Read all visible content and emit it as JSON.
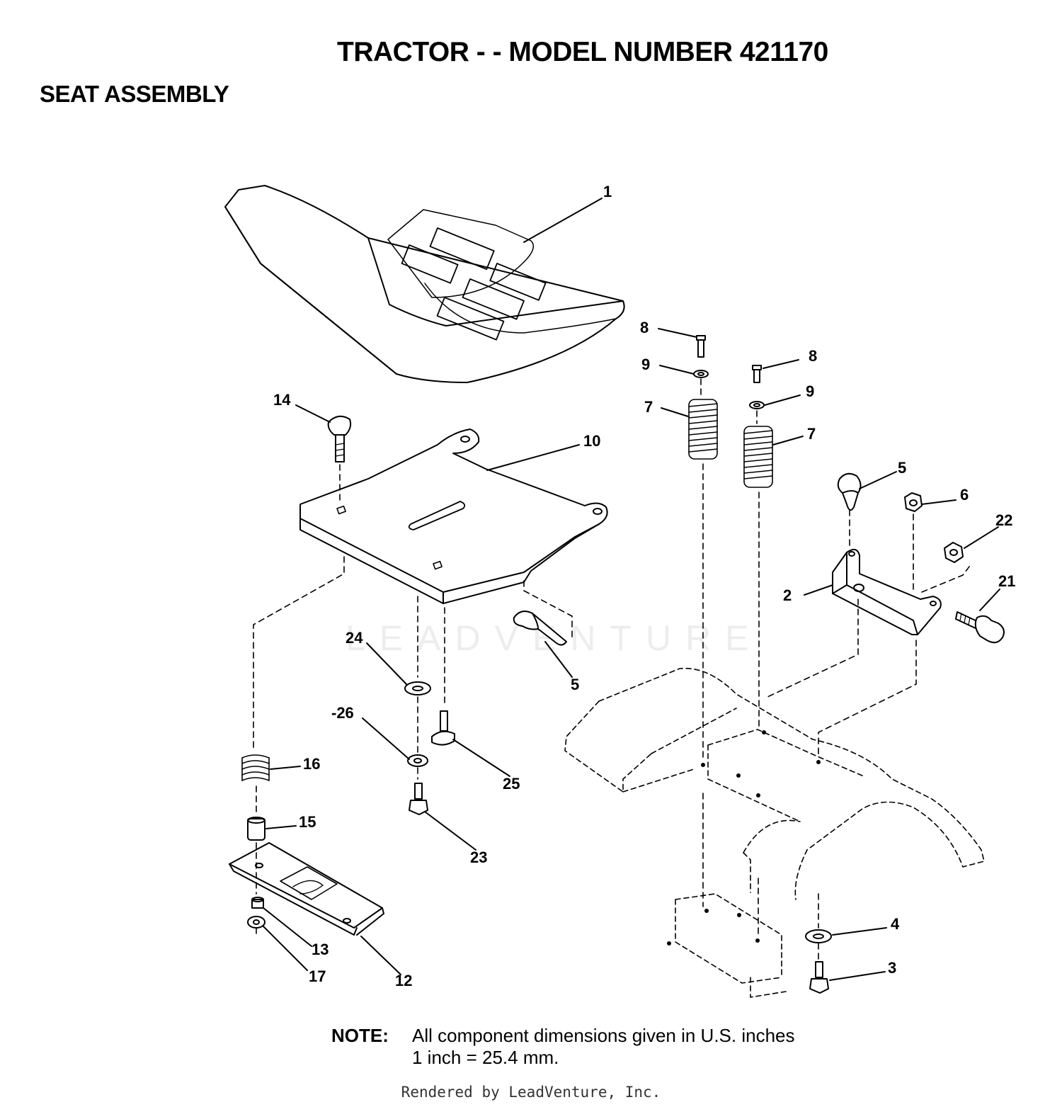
{
  "header": {
    "title": "TRACTOR - - MODEL NUMBER 421170",
    "subtitle": "SEAT ASSEMBLY"
  },
  "watermark": "LEADVENTURE",
  "callouts": [
    "1",
    "2",
    "3",
    "4",
    "5",
    "5",
    "6",
    "7",
    "7",
    "8",
    "8",
    "9",
    "9",
    "10",
    "12",
    "13",
    "14",
    "15",
    "16",
    "17",
    "21",
    "22",
    "23",
    "24",
    "25",
    "-26"
  ],
  "parts": [
    "seat",
    "seat-pan",
    "hinge-bracket",
    "carriage-bolt",
    "springs",
    "spring-bolts",
    "seat-clips",
    "bracket",
    "flange-nut",
    "shoulder-bolt",
    "washer",
    "screw",
    "fender-pan",
    "spacer",
    "adjust-plate",
    "nut"
  ],
  "note": {
    "label": "NOTE:",
    "line1": "All component dimensions given in U.S. inches",
    "line2": "1 inch = 25.4 mm."
  },
  "footer": "Rendered by LeadVenture, Inc."
}
